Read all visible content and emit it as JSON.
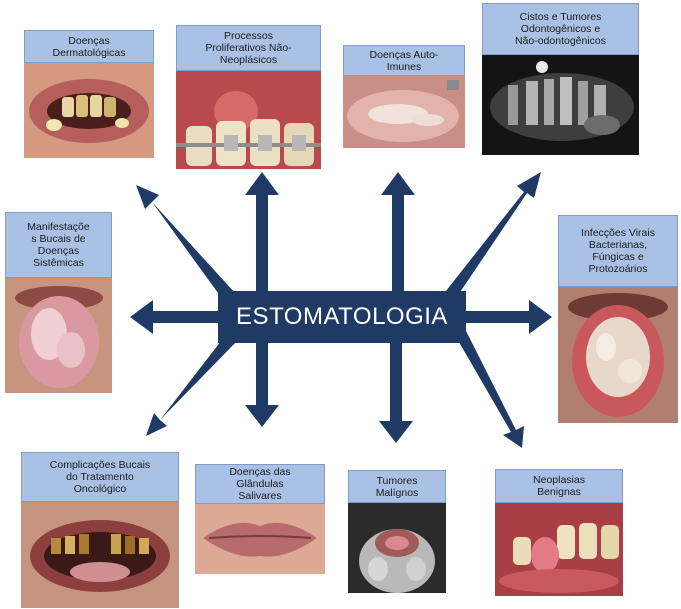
{
  "center": {
    "title": "ESTOMATOLOGIA"
  },
  "nodes": [
    {
      "id": "dermatologicas",
      "label": "Doenças\nDermatológicas"
    },
    {
      "id": "proliferativos",
      "label": "Processos\nProliferativos Não-\nNeoplásicos"
    },
    {
      "id": "autoimunes",
      "label": "Doenças Auto-\nImunes"
    },
    {
      "id": "cistos",
      "label": "Cistos e Tumores\nOdontogênicos e\nNão-odontogênicos"
    },
    {
      "id": "manifestacoes",
      "label": "Manifestaçõe\ns Bucais de\nDoenças\nSistêmicas"
    },
    {
      "id": "infeccoes",
      "label": "Infecções Virais\nBacterianas,\nFúngicas e\nProtozoários"
    },
    {
      "id": "complicacoes",
      "label": "Complicações Bucais\ndo Tratamento\nOncológico"
    },
    {
      "id": "glandulas",
      "label": "Doenças das\nGlândulas\nSalivares"
    },
    {
      "id": "tumores",
      "label": "Tumores\nMalígnos"
    },
    {
      "id": "neoplasias",
      "label": "Neoplasias\nBenignas"
    }
  ],
  "colors": {
    "arrow": "#1f3a64",
    "label_bg": "#a9c1e4",
    "label_border": "#7f9cc8"
  }
}
